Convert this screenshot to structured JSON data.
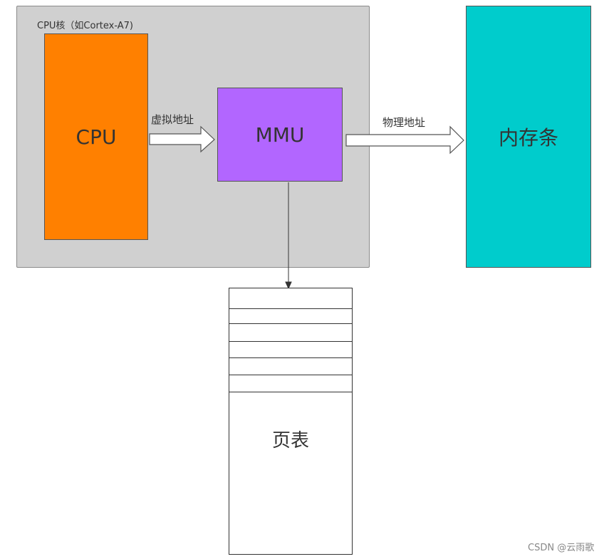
{
  "core": {
    "label": "CPU核（如Cortex-A7)"
  },
  "cpu": {
    "label": "CPU",
    "color": "#ff8000"
  },
  "mmu": {
    "label": "MMU",
    "color": "#b266ff"
  },
  "memory": {
    "label": "内存条",
    "color": "#00cccc"
  },
  "edges": {
    "virtual_address": "虚拟地址",
    "physical_address": "物理地址"
  },
  "page_table": {
    "label": "页表",
    "row_count": 6
  },
  "watermark": "CSDN @云雨歌"
}
